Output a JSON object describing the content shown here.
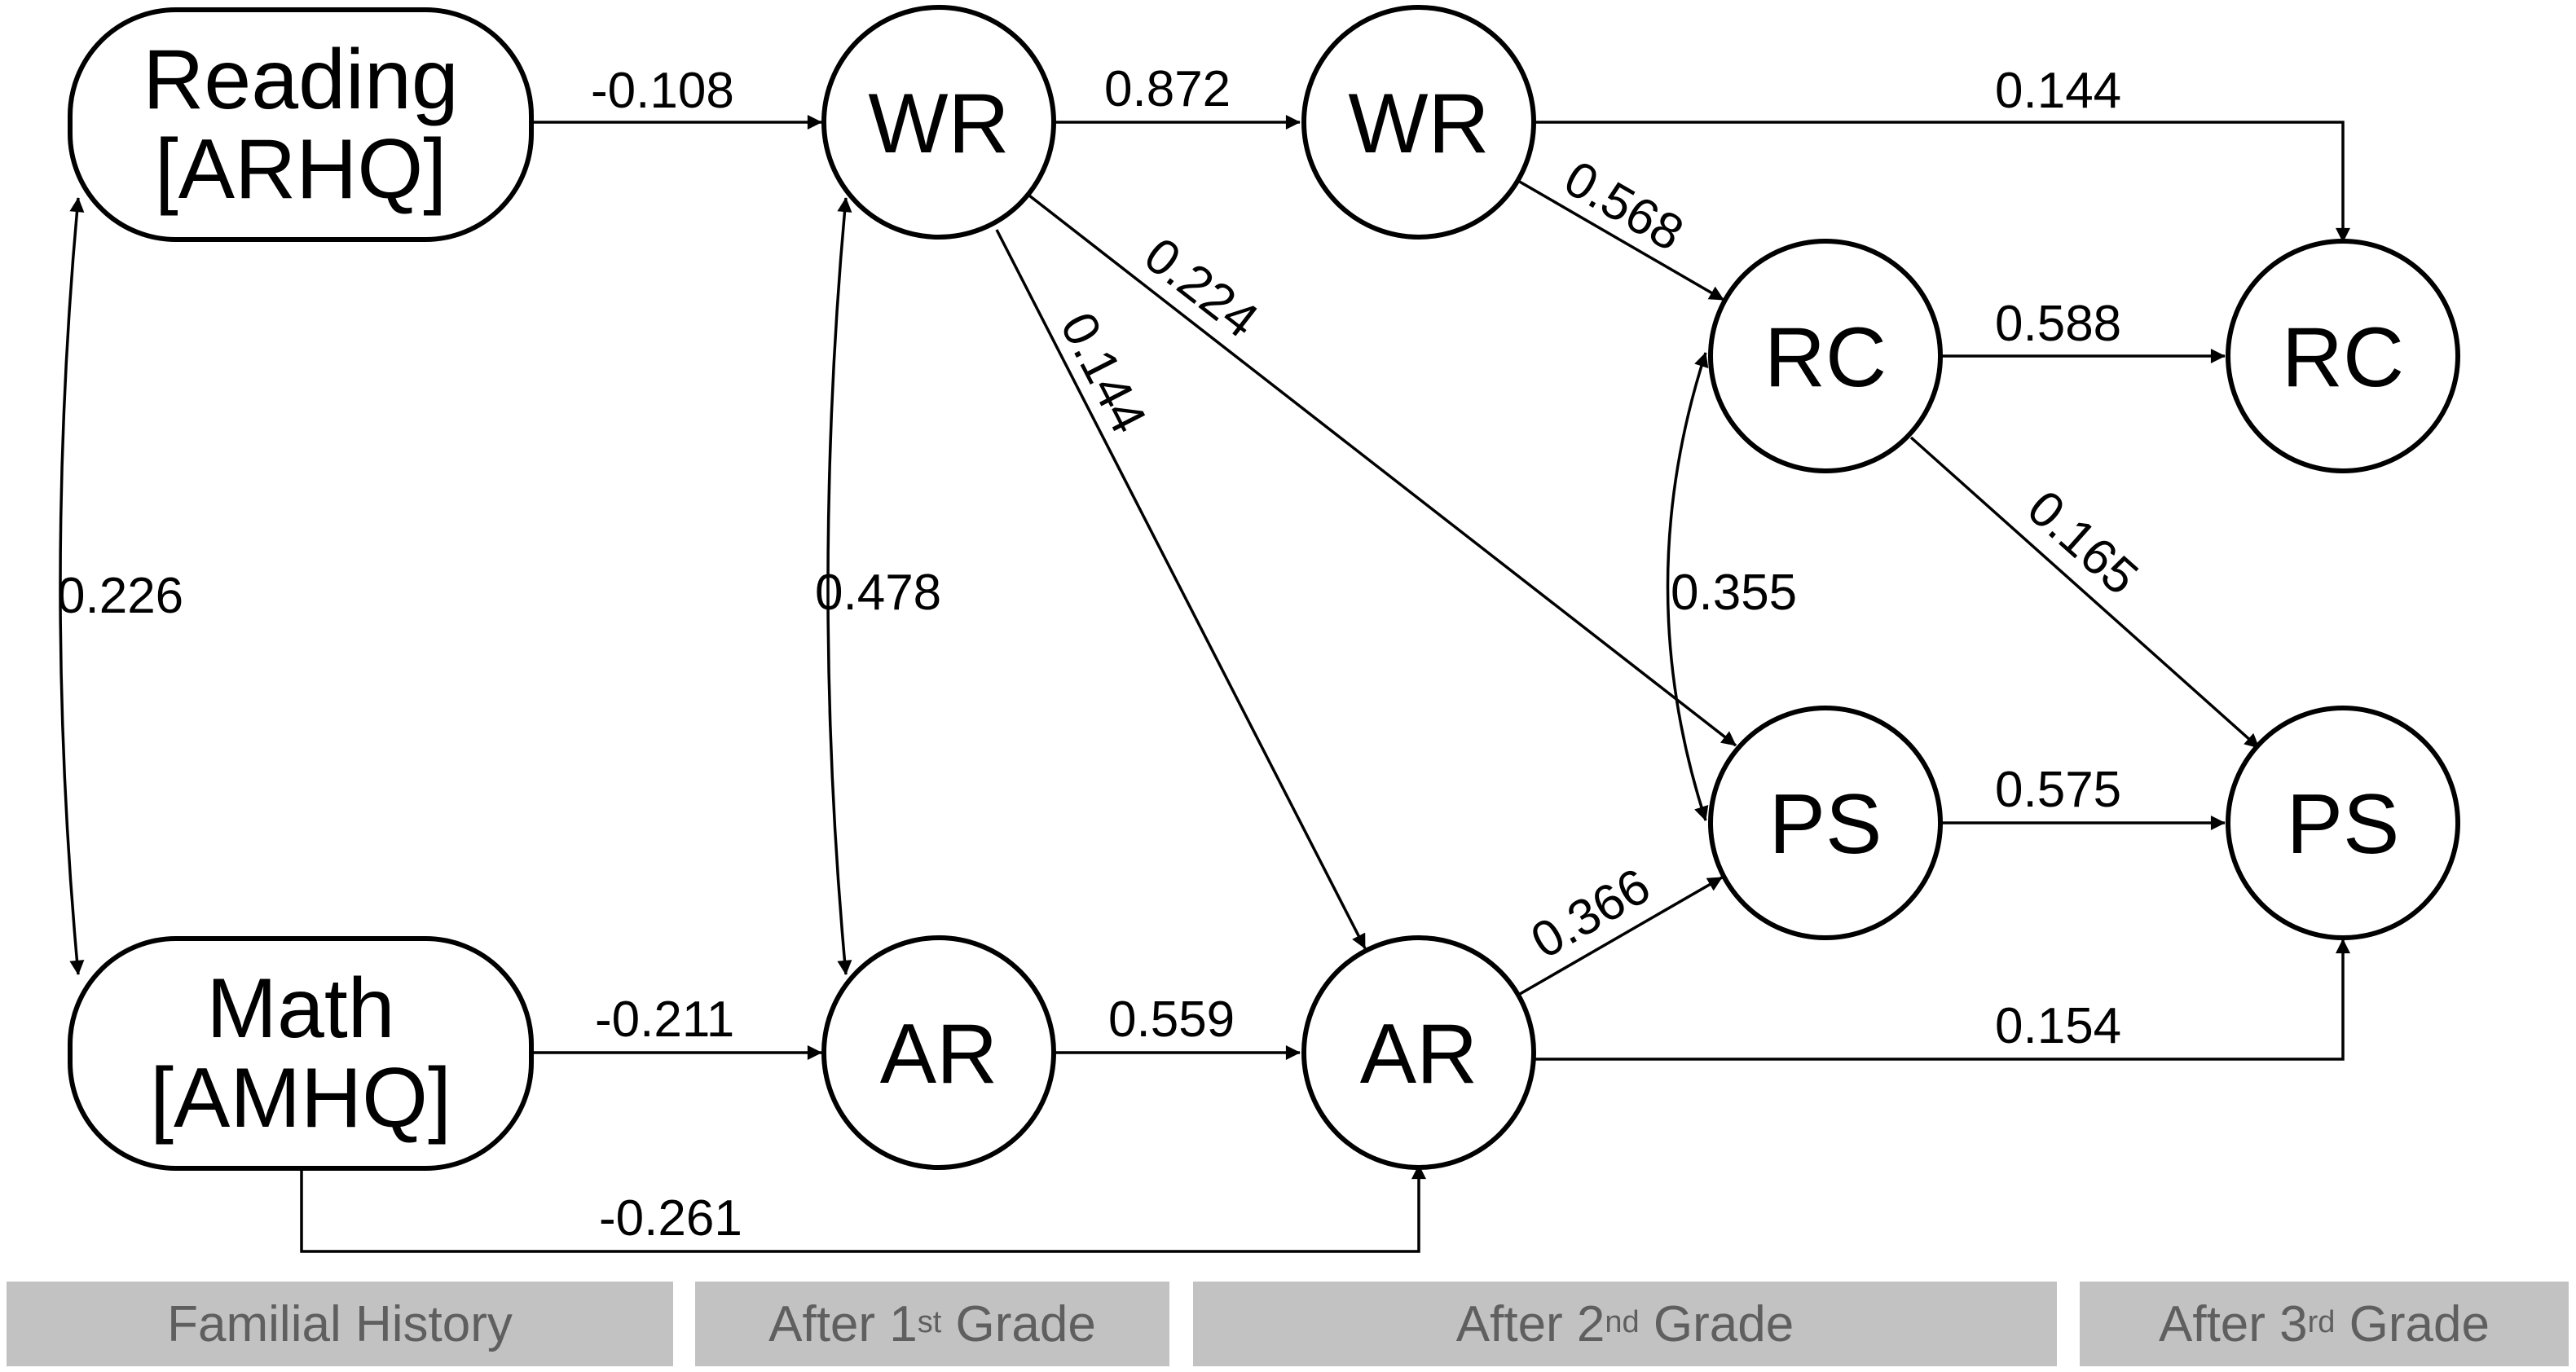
{
  "colors": {
    "line": "#000000",
    "node_fill": "#ffffff",
    "stage_bg": "#c2c2c2",
    "stage_text": "#5f5f5f"
  },
  "nodes": {
    "reading": {
      "line1": "Reading",
      "line2": "[ARHQ]"
    },
    "math": {
      "line1": "Math",
      "line2": "[AMHQ]"
    },
    "wr1": "WR",
    "ar1": "AR",
    "wr2": "WR",
    "ar2": "AR",
    "rc2": "RC",
    "ps2": "PS",
    "rc3": "RC",
    "ps3": "PS"
  },
  "edges": {
    "reading_math": "0.226",
    "reading_wr1": "-0.108",
    "math_ar1": "-0.211",
    "math_ar2": "-0.261",
    "wr1_ar1": "0.478",
    "wr1_wr2": "0.872",
    "wr1_ar2": "0.144",
    "wr1_ps2": "0.224",
    "ar1_ar2": "0.559",
    "wr2_rc3": "0.144",
    "wr2_rc2": "0.568",
    "rc2_ps2": "0.355",
    "rc2_rc3": "0.588",
    "rc2_ps3": "0.165",
    "ar2_ps2": "0.366",
    "ps2_ps3": "0.575",
    "ar2_ps3": "0.154"
  },
  "stages": [
    {
      "base": "Familial History",
      "sup": "",
      "tail": ""
    },
    {
      "base": "After 1",
      "sup": "st",
      "tail": " Grade"
    },
    {
      "base": "After 2",
      "sup": "nd",
      "tail": " Grade"
    },
    {
      "base": "After 3",
      "sup": "rd",
      "tail": " Grade"
    }
  ]
}
